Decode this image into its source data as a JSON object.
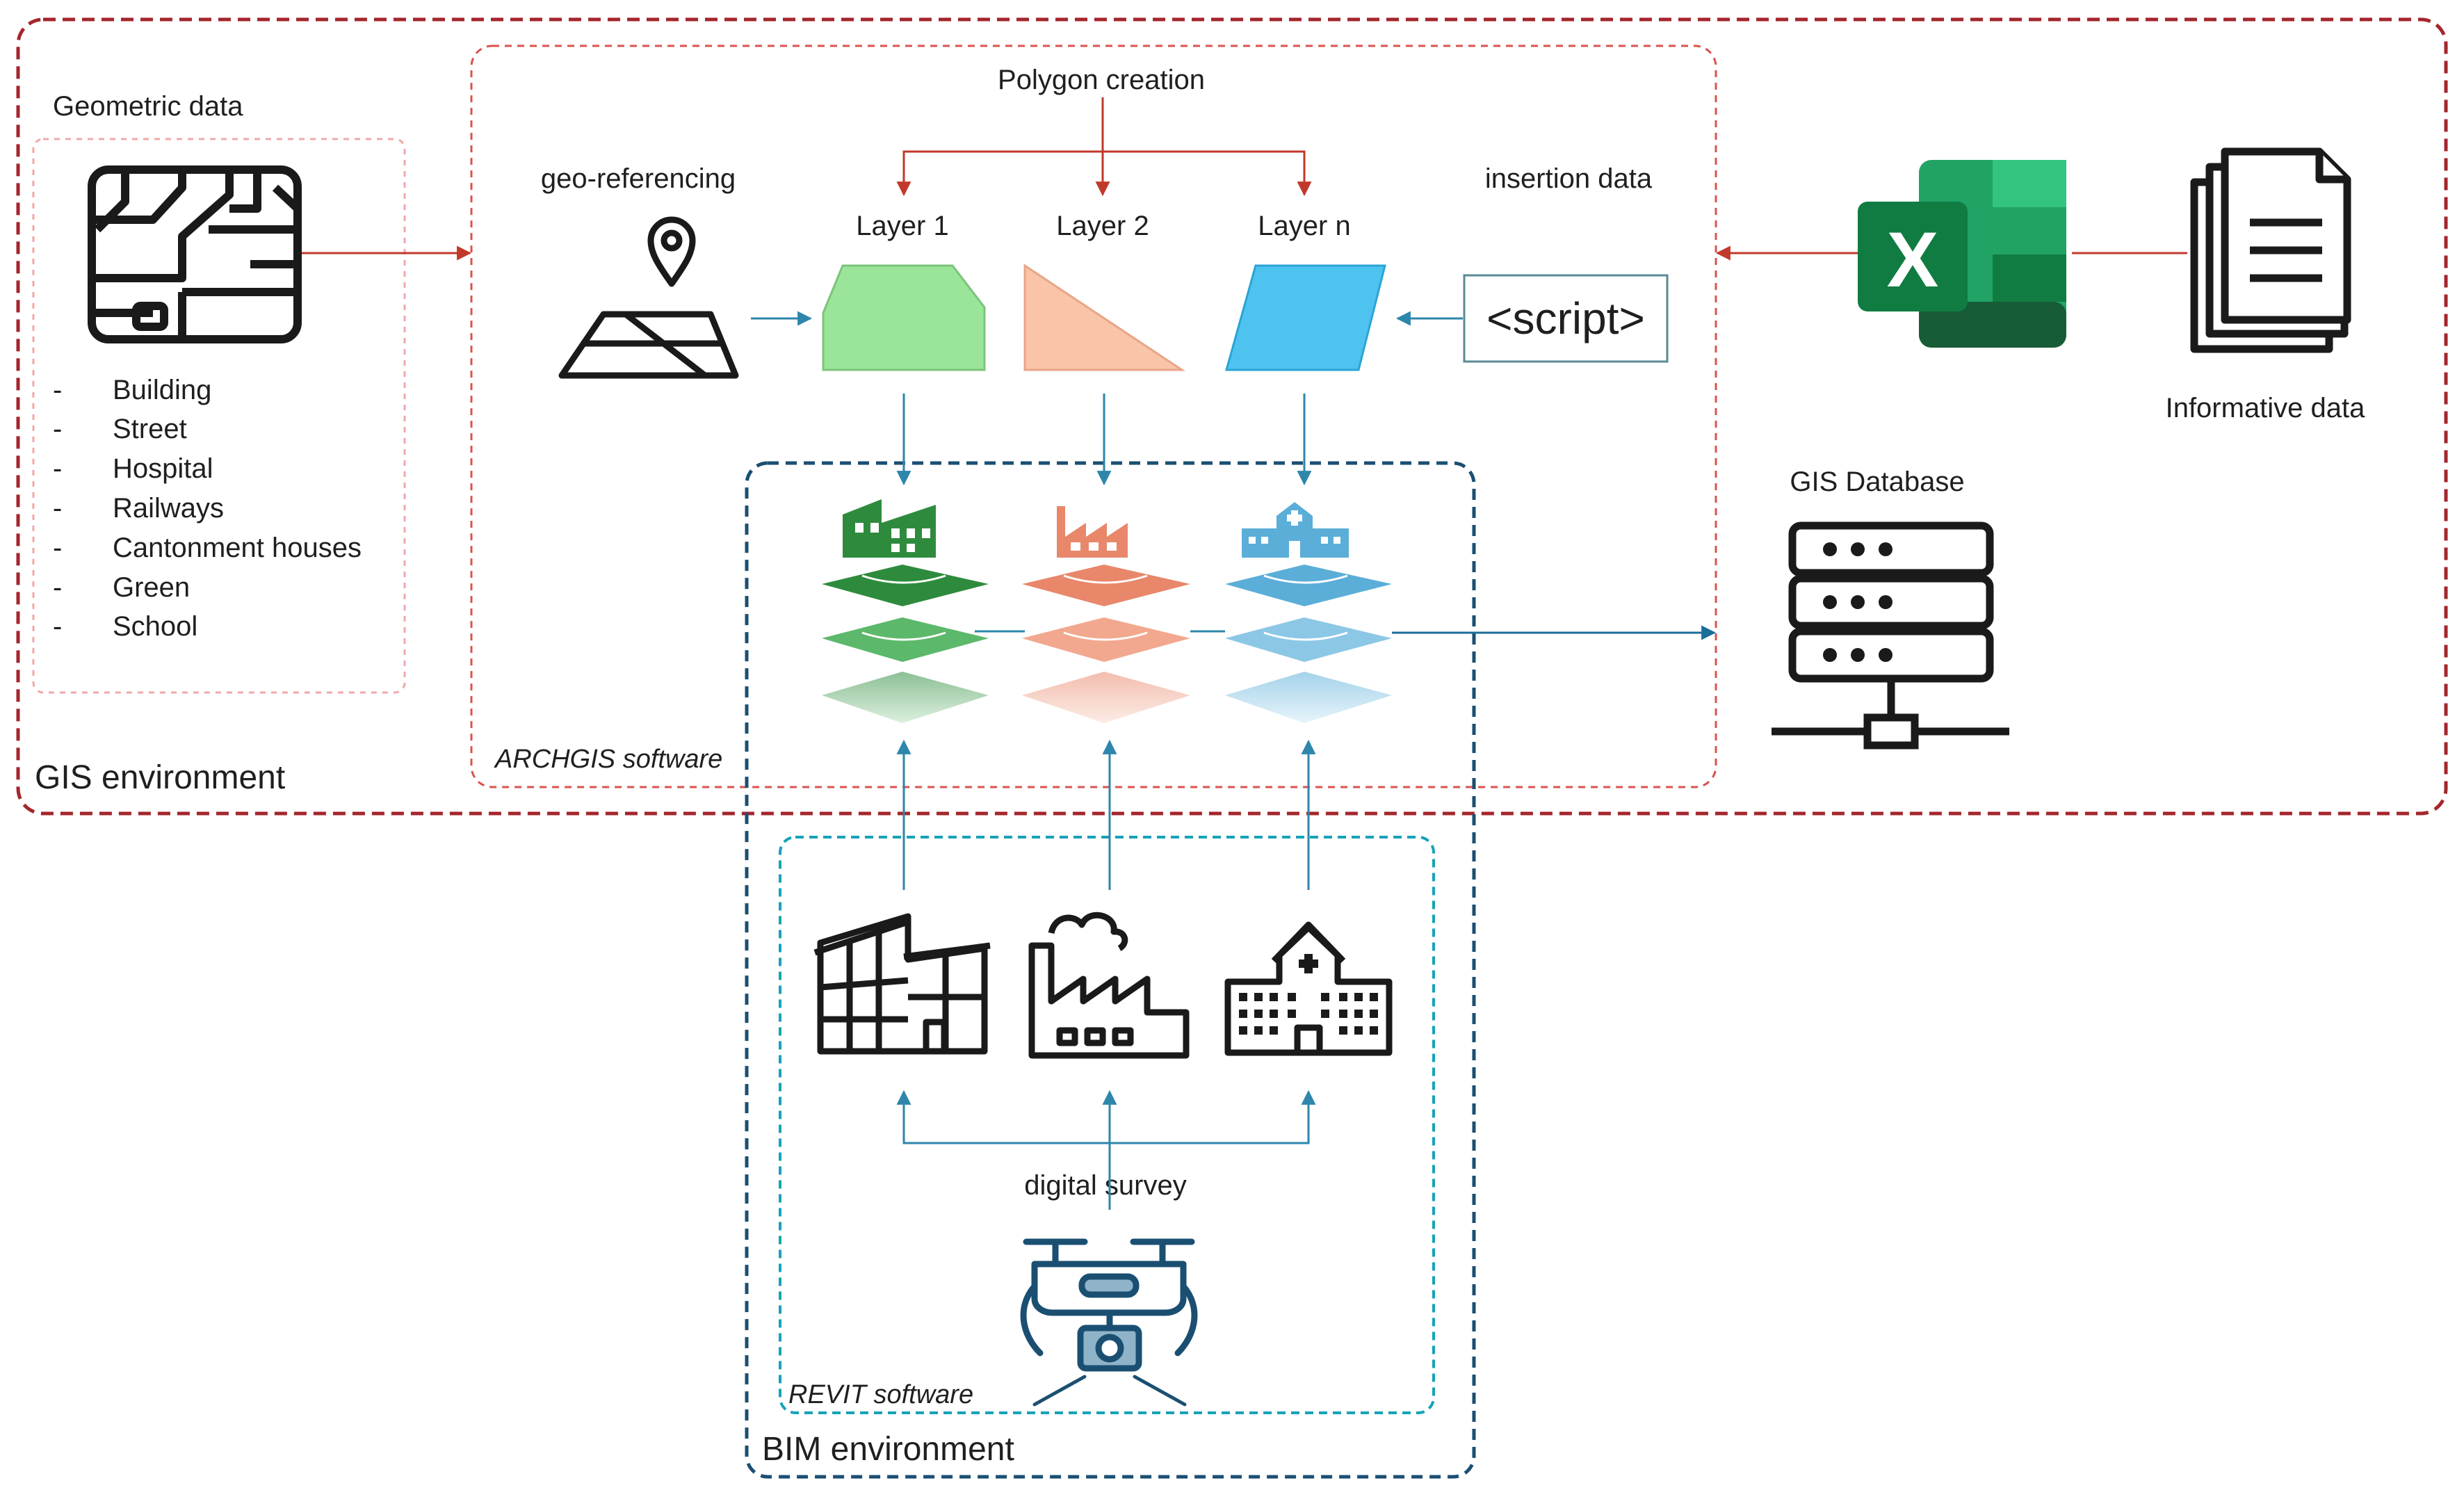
{
  "geometric": {
    "title": "Geometric data",
    "bullet": "-",
    "items": [
      "Building",
      "Street",
      "Hospital",
      "Railways",
      "Cantonment houses",
      "Green",
      "School"
    ]
  },
  "gis": {
    "environment_label": "GIS environment",
    "software_label": "ARCHGIS software",
    "polygon_creation": "Polygon creation",
    "georeferencing": "geo-referencing",
    "insertion_data": "insertion data",
    "script_label": "<script>",
    "layers": [
      "Layer 1",
      "Layer 2",
      "Layer n"
    ],
    "database_label": "GIS Database"
  },
  "informative": {
    "label": "Informative data",
    "excel_letter": "X"
  },
  "bim": {
    "environment_label": "BIM environment",
    "software_label": "REVIT software",
    "digital_survey": "digital survey"
  },
  "colors": {
    "red_dashed": "#a4262c",
    "red_arrow": "#c0392b",
    "blue_arrow": "#2e86ab",
    "bim_dashed": "#1b4f72",
    "revit_dashed": "#17a2b8",
    "layer1_fill": "#9be59b",
    "layer2_fill": "#f9c4a8",
    "layerN_fill": "#4fc3f0",
    "green_icon": "#2e8b3d",
    "salmon_icon": "#e8876a",
    "blue_icon": "#5aaed8",
    "excel_dark": "#107c41",
    "excel_mid": "#21a366",
    "excel_light": "#33c481"
  }
}
